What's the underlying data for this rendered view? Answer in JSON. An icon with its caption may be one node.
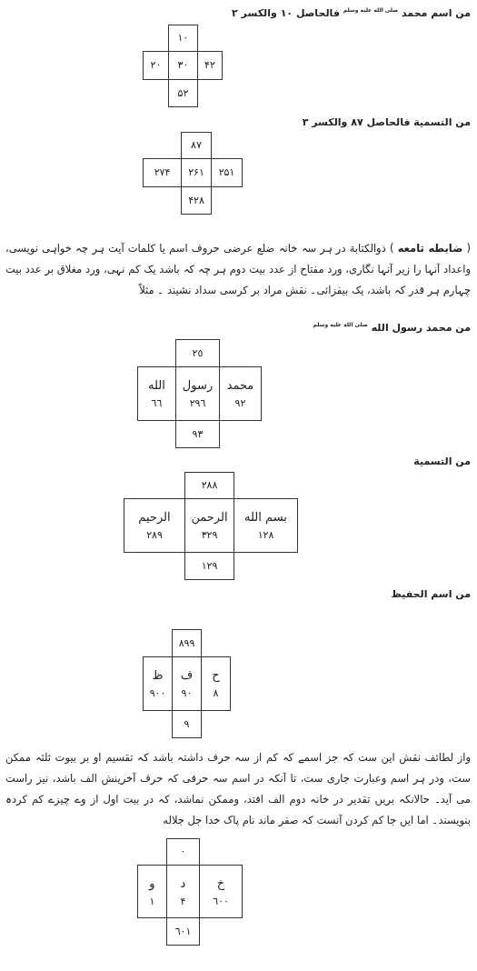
{
  "diagram": {
    "nodes": [
      {
        "text": [
          "۱۰"
        ]
      },
      {
        "text": [
          "۴۲"
        ]
      },
      {
        "text": [
          "۳۰"
        ]
      },
      {
        "text": [
          "۲۰"
        ]
      },
      {
        "text": [
          "۵۲"
        ]
      },
      {
        "text": [
          "۸۷"
        ]
      },
      {
        "text": [
          "۲۵۱"
        ]
      },
      {
        "text": [
          "۲۶۱"
        ]
      },
      {
        "text": [
          "۲۷۴"
        ]
      },
      {
        "text": [
          "۴۲۸"
        ]
      },
      {
        "text": [
          "٢٥"
        ]
      },
      {
        "text": [
          "محمد",
          "٩٢"
        ]
      },
      {
        "text": [
          "رسول",
          "٢٩٦"
        ]
      },
      {
        "text": [
          "الله",
          "٦٦"
        ]
      },
      {
        "text": [
          "٩٣"
        ]
      },
      {
        "text": [
          "٢٨٨"
        ]
      },
      {
        "text": [
          "بسم الله",
          "١٢٨"
        ]
      },
      {
        "text": [
          "الرحمن",
          "٣٢٩"
        ]
      },
      {
        "text": [
          "الرحيم",
          "٢٨٩"
        ]
      },
      {
        "text": [
          "١٢٩"
        ]
      },
      {
        "text": [
          "٨٩٩"
        ]
      },
      {
        "text": [
          "ح",
          "٨"
        ]
      },
      {
        "text": [
          "ف",
          "٩٠"
        ]
      },
      {
        "text": [
          "ظ",
          "٩٠٠"
        ]
      },
      {
        "text": [
          "٩"
        ]
      },
      {
        "text": [
          "٠"
        ]
      },
      {
        "text": [
          "خ",
          "٦٠٠"
        ]
      },
      {
        "text": [
          "د",
          "۴"
        ]
      },
      {
        "text": [
          "و",
          "١"
        ]
      },
      {
        "text": [
          "٦٠١"
        ]
      }
    ],
    "labels": [
      "من اسم محمد $^{صلی الله علیه وسلم}$ فالحاصل ۱۰ والکسر ۲",
      "من التسمیة فالحاصل ۸۷ والکسر ۳",
      "( **ضابطه تامعه** ) ذوالکتابة در ہر سہ خانہ ضلع عرضی حروف اسم یا کلمات آیت ہر چہ خواہی نویسی، واعداد آنہا را زیر آنہا نگاری، ورد مفتاح از عدد بیت دوم ہر چہ کہ باشد یک کم نہی، ورد مغلاق بر عدد بیت چہارم ہر قدر کہ باشد، یک بیفزائی۔ نقش مراد بر کرسی سداد نشیند ۔ مثلاً",
      "من محمد رسول الله $^{صلی الله علیه وسلم}$",
      "من التسمیة",
      "من اسم الحفیظ",
      "واز لطائف نقش این ست کہ جز اسمے کہ کم از سہ حرف داشتہ باشد کہ تقسیم او بر بیوت ثلثہ ممکن ست، ودر ہر اسم وعبارت جاری ست، تا آنکہ در اسم سہ حرفی کہ حرف آخرینش الف باشد، نیز راست می آید۔ حالانکہ بریں تقدیر در خانہ دوم الف افتد، وممکن نماشد، کہ در بیت اول از وے چیزے کم کردہ بنویسند۔ اما ایں جا کم کردن آنست کہ صفر ماند نام پاک خدا جل جلاله"
    ]
  }
}
